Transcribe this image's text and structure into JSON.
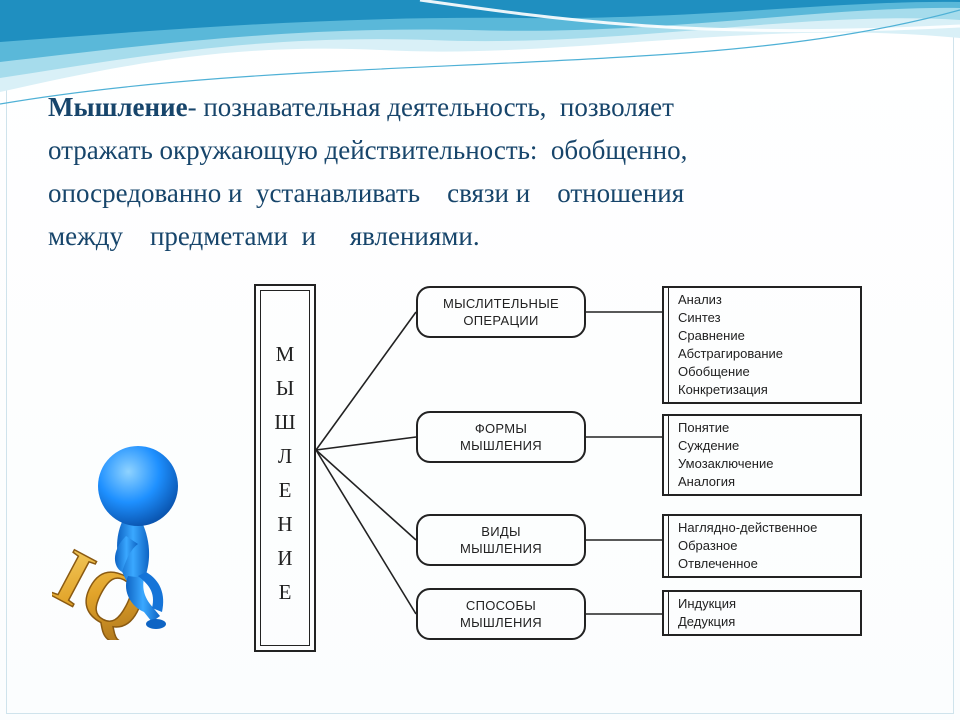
{
  "definition": {
    "term": "Мышление",
    "lines": [
      "- познавательная деятельность,  позволяет",
      "отражать окружающую действительность:  обобщенно,",
      "опосредованно и  устанавливать    связи и    отношения",
      "между    предметами  и     явлениями."
    ]
  },
  "diagram": {
    "root_letters": [
      "М",
      "Ы",
      "Ш",
      "Л",
      "Е",
      "Н",
      "И",
      "Е"
    ],
    "categories": [
      {
        "label_lines": [
          "МЫСЛИТЕЛЬНЫЕ",
          "ОПЕРАЦИИ"
        ],
        "items": [
          "Анализ",
          "Синтез",
          "Сравнение",
          "Абстрагирование",
          "Обобщение",
          "Конкретизация"
        ]
      },
      {
        "label_lines": [
          "ФОРМЫ",
          "МЫШЛЕНИЯ"
        ],
        "items": [
          "Понятие",
          "Суждение",
          "Умозаключение",
          "Аналогия"
        ]
      },
      {
        "label_lines": [
          "ВИДЫ",
          "МЫШЛЕНИЯ"
        ],
        "items": [
          "Наглядно-действенное",
          "Образное",
          "Отвлеченное"
        ]
      },
      {
        "label_lines": [
          "СПОСОБЫ",
          "МЫШЛЕНИЯ"
        ],
        "items": [
          "Индукция",
          "Дедукция"
        ]
      }
    ]
  },
  "mascot": {
    "icon": "blue-thinker-figure-icon",
    "badge_text": "IQ"
  },
  "colors": {
    "title_text": "#17456b",
    "wave_light": "#bfe6f2",
    "wave_mid": "#6cc6e2",
    "wave_dark": "#1c97c6",
    "figure_blue": "#1e90ff",
    "badge_gold": "#e7b032"
  }
}
